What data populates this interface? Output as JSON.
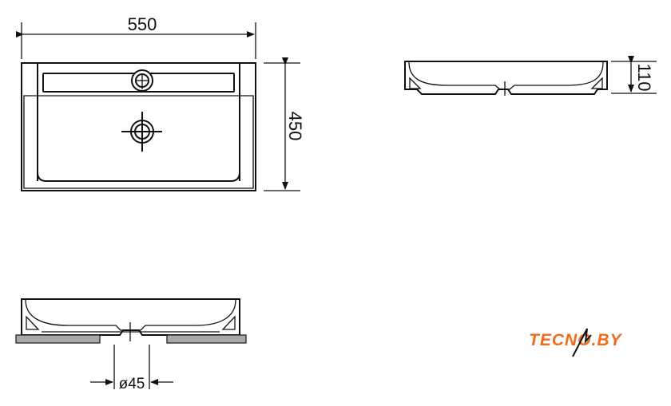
{
  "drawing": {
    "top_view": {
      "width_label": "550",
      "depth_label": "450"
    },
    "side_view": {
      "height_label": "110"
    },
    "front_view": {
      "drain_label": "ø45"
    }
  },
  "logo": {
    "text": "TECNO.BY",
    "color": "#f26a1b"
  }
}
